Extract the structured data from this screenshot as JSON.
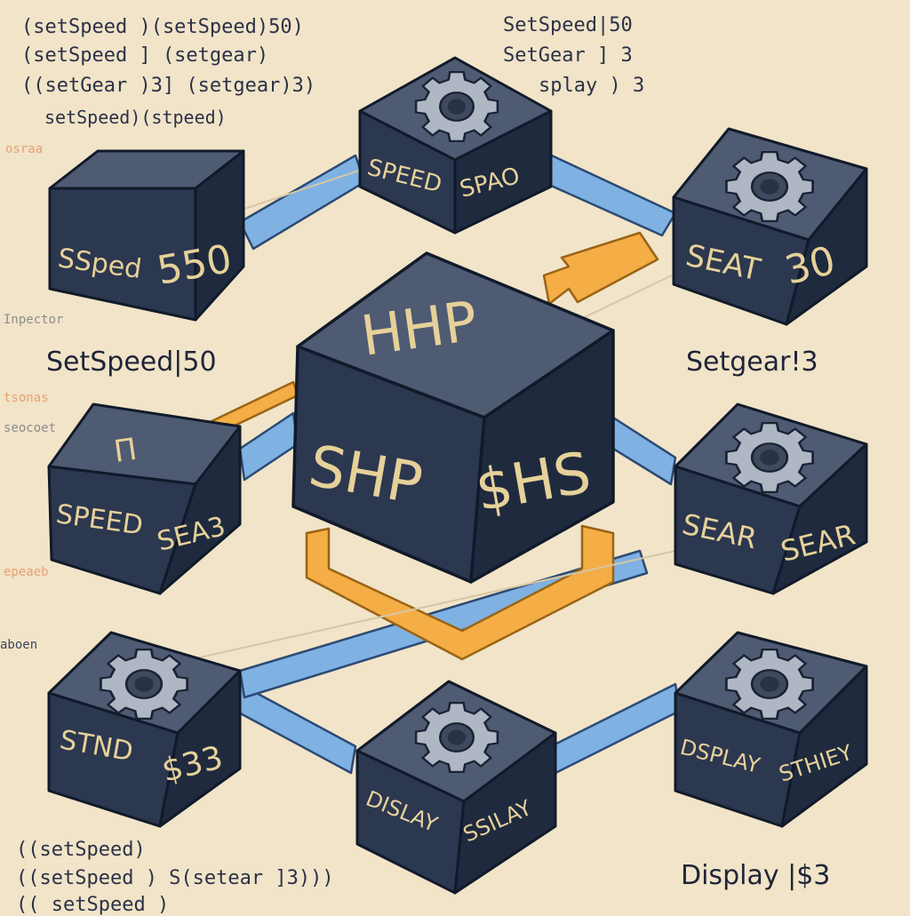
{
  "code_lines": {
    "top": [
      "(setSpeed )(setSpeed)50)",
      "(setSpeed ] (setgear)",
      "((setGear )3] (setgear)3)",
      "setSpeed)(stpeed)"
    ],
    "top_right": [
      "SetSpeed|50",
      "SetGear ] 3",
      "splay ) 3"
    ],
    "bottom": [
      "((setSpeed)",
      "((setSpeed ) S(setear ]3)))",
      "(( setSpeed )"
    ],
    "left_fragments": {
      "orange_1": "osraa",
      "inspect": "Inpector",
      "red": "tsonas",
      "gray": "seocoet",
      "orange_2": "epeaeb",
      "boot": "aboen"
    }
  },
  "labels": {
    "set_speed": "SetSpeed|50",
    "set_gear": "Setgear!3",
    "display": "Display |$3"
  },
  "modules": {
    "center": {
      "top_text": "HHP",
      "front_left": "SHP",
      "front_right": "$HS"
    },
    "top_left": {
      "front_left": "SSped",
      "front_right": "550"
    },
    "top_mid": {
      "front_left": "SPEED",
      "front_right": "SPAO"
    },
    "top_right": {
      "front_left": "SEAT",
      "front_right": "30"
    },
    "mid_left": {
      "top_text": "Π",
      "front_left": "SPEED",
      "front_right": "SEA3"
    },
    "mid_right": {
      "front_left": "SEAR",
      "front_right": "SEAR"
    },
    "bottom_left": {
      "front_left": "STND",
      "front_right": "$33"
    },
    "bottom_mid": {
      "front_left": "DISLAY",
      "front_right": "SSILAY"
    },
    "bottom_right": {
      "front_left": "DSPLAY",
      "front_right": "STHIEY"
    }
  },
  "colors": {
    "background": "#f1e4c8",
    "box_top": "#4f5a73",
    "box_front": "#2c3750",
    "box_side": "#1f2a3f",
    "connector_blue": "#7fb1e3",
    "connector_orange": "#f5ad45",
    "gear": "#aeb7c3",
    "text_dark": "#1f2538"
  }
}
